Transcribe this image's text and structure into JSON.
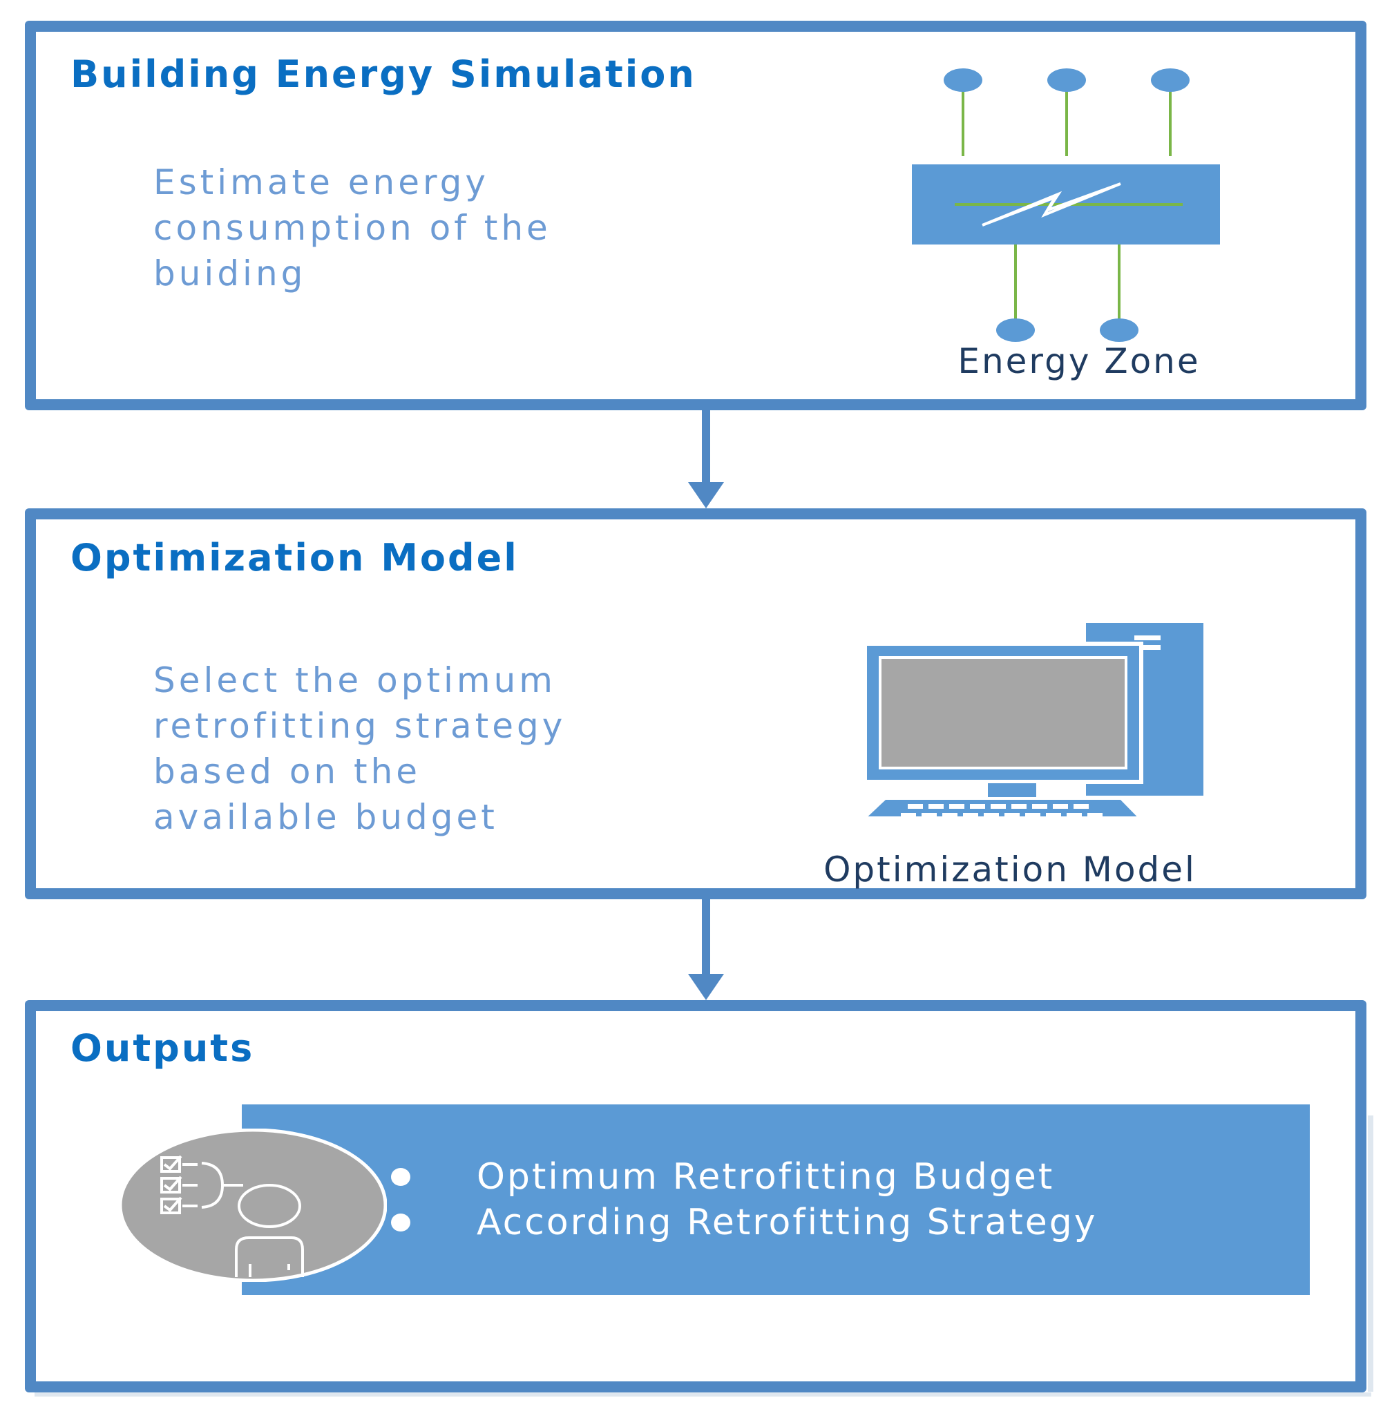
{
  "panels": [
    {
      "title": "Building Energy Simulation",
      "description": [
        "Estimate energy",
        "consumption of the",
        "buiding"
      ],
      "icon": "energy-zone-icon",
      "caption": "Energy Zone"
    },
    {
      "title": "Optimization Model",
      "description": [
        "Select the optimum",
        "retrofitting strategy",
        "based on the",
        "available budget"
      ],
      "icon": "computer-icon",
      "caption": "Optimization Model"
    },
    {
      "title": "Outputs",
      "icon": "user-checklist-icon",
      "items": [
        "Optimum Retrofitting Budget",
        "According Retrofitting Strategy"
      ]
    }
  ],
  "colors": {
    "border": "#5088c4",
    "title": "#0a6ec2",
    "description": "#6d9bd4",
    "accent_fill": "#5b9ad5",
    "connector_line": "#7ab648",
    "icon_gray": "#a6a6a6",
    "caption": "#1f3b60"
  }
}
